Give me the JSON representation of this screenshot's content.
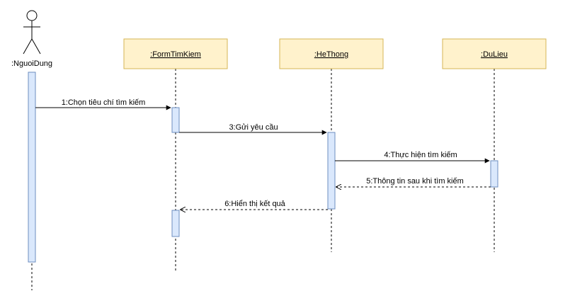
{
  "actor": {
    "name": ":NguoiDung"
  },
  "objects": [
    {
      "id": "form",
      "label": ":FormTimKiem"
    },
    {
      "id": "system",
      "label": ":HeThong"
    },
    {
      "id": "data",
      "label": ":DuLieu"
    }
  ],
  "messages": [
    {
      "label": "1:Chọn tiêu chí tìm kiếm",
      "kind": "sync"
    },
    {
      "label": "3:Gửi yêu cầu",
      "kind": "sync"
    },
    {
      "label": "4:Thực hiện tìm kiếm",
      "kind": "sync"
    },
    {
      "label": "5:Thông tin sau khi tìm kiếm",
      "kind": "return"
    },
    {
      "label": "6:Hiển thị kết quả",
      "kind": "return"
    }
  ],
  "colors": {
    "object_fill": "#fff2cc",
    "object_stroke": "#d6b656",
    "activation_fill": "#dae8fc",
    "activation_stroke": "#6c8ebf",
    "line": "#000000"
  }
}
